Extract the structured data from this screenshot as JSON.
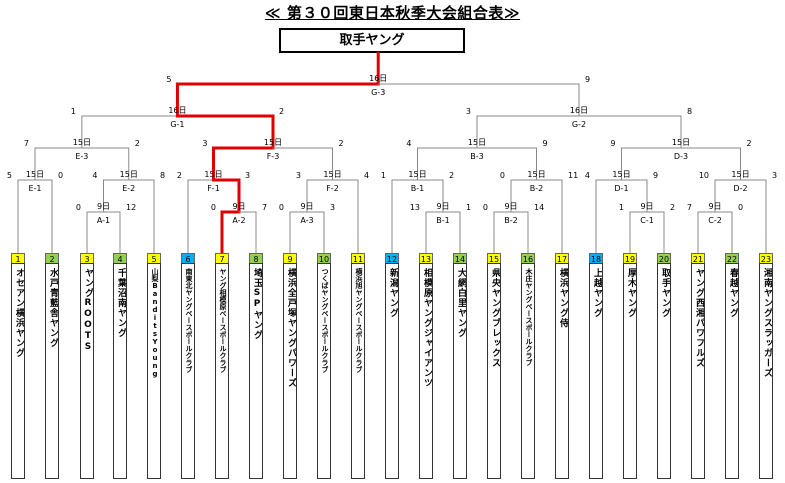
{
  "title": "≪ 第３０回東日本秋季大会組合表≫",
  "champion": "取手ヤング",
  "colors": {
    "red": "#e00000",
    "gray": "#8a8a8a",
    "yellow": "#ffff00",
    "green": "#92d050",
    "blue": "#00b0f0"
  },
  "teams": [
    {
      "num": "1",
      "name": "オセアン横浜ヤング",
      "color": "yellow"
    },
    {
      "num": "2",
      "name": "水戸青藍舎ヤング",
      "color": "green"
    },
    {
      "num": "3",
      "name": "ヤングROOTS",
      "color": "yellow"
    },
    {
      "num": "4",
      "name": "千葉沼南ヤング",
      "color": "green"
    },
    {
      "num": "5",
      "name": "山梨BanditsYoung",
      "color": "yellow"
    },
    {
      "num": "6",
      "name": "南東北ヤングベースボールクラブ",
      "color": "blue"
    },
    {
      "num": "7",
      "name": "ヤング相模原ベースボールクラブ",
      "color": "yellow"
    },
    {
      "num": "8",
      "name": "埼玉SPヤング",
      "color": "green"
    },
    {
      "num": "9",
      "name": "横浜全戸塚ヤングパワーズ",
      "color": "yellow"
    },
    {
      "num": "10",
      "name": "つくばヤングベースボールクラブ",
      "color": "green"
    },
    {
      "num": "11",
      "name": "横浜旭ヤングベースボールクラブ",
      "color": "yellow"
    },
    {
      "num": "12",
      "name": "新潟ヤング",
      "color": "blue"
    },
    {
      "num": "13",
      "name": "相模原ヤングジャイアンツ",
      "color": "yellow"
    },
    {
      "num": "14",
      "name": "大網白里ヤング",
      "color": "green"
    },
    {
      "num": "15",
      "name": "県央ヤングブレックス",
      "color": "yellow"
    },
    {
      "num": "16",
      "name": "木庄ヤングベースボールクラブ",
      "color": "green"
    },
    {
      "num": "17",
      "name": "横浜ヤング侍",
      "color": "yellow"
    },
    {
      "num": "18",
      "name": "上越ヤング",
      "color": "blue"
    },
    {
      "num": "19",
      "name": "厚木ヤング",
      "color": "yellow"
    },
    {
      "num": "20",
      "name": "取手ヤング",
      "color": "green"
    },
    {
      "num": "21",
      "name": "ヤング西湘パワフルズ",
      "color": "yellow"
    },
    {
      "num": "22",
      "name": "春越ヤング",
      "color": "green"
    },
    {
      "num": "23",
      "name": "湘南ヤングスラッガーズ",
      "color": "yellow"
    }
  ],
  "matches": [
    {
      "day": "9日",
      "code": "A-1",
      "sl": "0",
      "sr": "12"
    },
    {
      "day": "15日",
      "code": "E-1",
      "sl": "5",
      "sr": "0"
    },
    {
      "day": "15日",
      "code": "E-2",
      "sl": "4",
      "sr": "8"
    },
    {
      "day": "15日",
      "code": "E-3",
      "sl": "7",
      "sr": "2"
    },
    {
      "day": "9日",
      "code": "A-2",
      "sl": "0",
      "sr": "7"
    },
    {
      "day": "15日",
      "code": "F-1",
      "sl": "2",
      "sr": "3"
    },
    {
      "day": "9日",
      "code": "A-3",
      "sl": "0",
      "sr": "3"
    },
    {
      "day": "15日",
      "code": "F-2",
      "sl": "3",
      "sr": "4"
    },
    {
      "day": "15日",
      "code": "F-3",
      "sl": "3",
      "sr": "2"
    },
    {
      "day": "16日",
      "code": "G-1",
      "sl": "1",
      "sr": "2"
    },
    {
      "day": "9日",
      "code": "B-1",
      "sl": "13",
      "sr": "1"
    },
    {
      "day": "15日",
      "code": "B-1",
      "sl": "1",
      "sr": "2"
    },
    {
      "day": "9日",
      "code": "B-2",
      "sl": "0",
      "sr": "14"
    },
    {
      "day": "15日",
      "code": "B-2",
      "sl": "0",
      "sr": "11"
    },
    {
      "day": "15日",
      "code": "B-3",
      "sl": "4",
      "sr": "9"
    },
    {
      "day": "15日",
      "code": "D-1",
      "sl": "4",
      "sr": "9"
    },
    {
      "day": "9日",
      "code": "C-1",
      "sl": "1",
      "sr": "2"
    },
    {
      "day": "9日",
      "code": "C-2",
      "sl": "7",
      "sr": "0"
    },
    {
      "day": "15日",
      "code": "D-2",
      "sl": "10",
      "sr": "3"
    },
    {
      "day": "15日",
      "code": "D-3",
      "sl": "9",
      "sr": "2"
    },
    {
      "day": "16日",
      "code": "G-2",
      "sl": "3",
      "sr": "8"
    },
    {
      "day": "16日",
      "code": "G-3",
      "sl": "5",
      "sr": "9"
    }
  ]
}
